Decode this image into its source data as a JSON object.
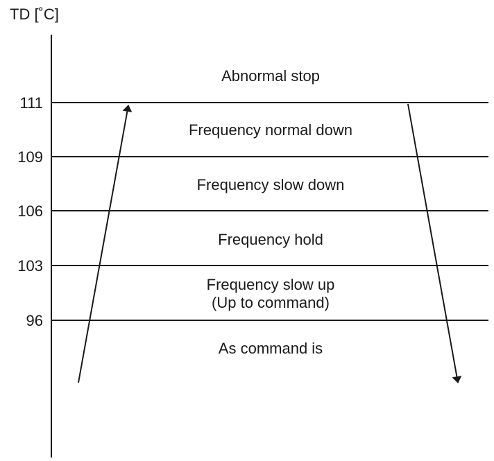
{
  "diagram": {
    "axis_title": "TD [˚C]",
    "ticks": [
      "111",
      "109",
      "106",
      "103",
      "96"
    ],
    "zones": [
      {
        "label": "Abnormal stop",
        "sub": ""
      },
      {
        "label": "Frequency normal down",
        "sub": ""
      },
      {
        "label": "Frequency slow down",
        "sub": ""
      },
      {
        "label": "Frequency hold",
        "sub": ""
      },
      {
        "label": "Frequency slow up",
        "sub": "(Up to command)"
      },
      {
        "label": "As command is",
        "sub": ""
      }
    ],
    "line_color": "#1a1a1a"
  }
}
